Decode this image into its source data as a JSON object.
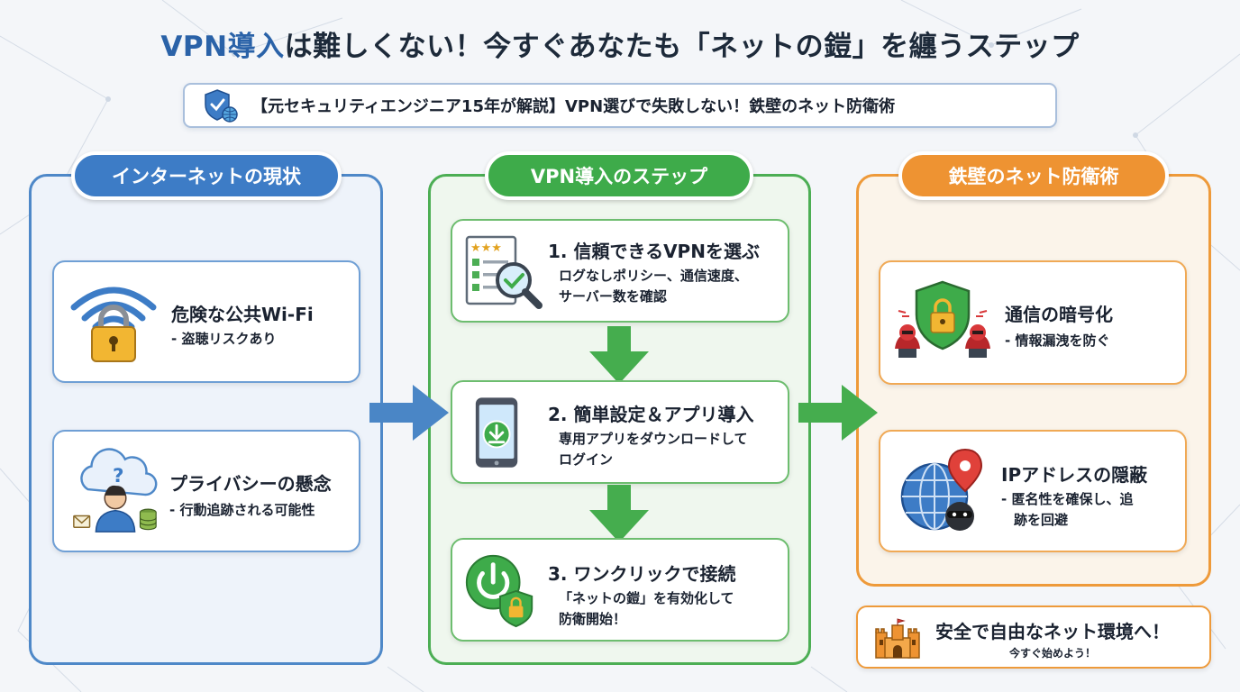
{
  "title": {
    "accent": "VPN導入",
    "rest": "は難しくない！今すぐあなたも「ネットの鎧」を纏うステップ"
  },
  "subtitle": "【元セキュリティエンジニア15年が解説】VPN選びで失敗しない！鉄壁のネット防衛術",
  "colors": {
    "blue": "#3d7cc6",
    "green": "#3eab4a",
    "orange": "#ee9332"
  },
  "columns": {
    "current": {
      "label": "インターネットの現状",
      "cards": [
        {
          "icon": "wifi-lock-icon",
          "heading": "危険な公共Wi-Fi",
          "body": "- 盗聴リスクあり"
        },
        {
          "icon": "cloud-user-icon",
          "heading": "プライバシーの懸念",
          "body": "- 行動追跡される可能性"
        }
      ]
    },
    "steps": {
      "label": "VPN導入のステップ",
      "cards": [
        {
          "icon": "checklist-magnifier-icon",
          "heading": "1. 信頼できるVPNを選ぶ",
          "body1": "ログなしポリシー、通信速度、",
          "body2": "サーバー数を確認"
        },
        {
          "icon": "smartphone-download-icon",
          "heading": "2. 簡単設定＆アプリ導入",
          "body1": "専用アプリをダウンロードして",
          "body2": "ログイン"
        },
        {
          "icon": "power-shield-icon",
          "heading": "3. ワンクリックで接続",
          "body1": "「ネットの鎧」を有効化して",
          "body2": "防衛開始！"
        }
      ]
    },
    "defense": {
      "label": "鉄壁のネット防衛術",
      "cards": [
        {
          "icon": "shield-lock-hackers-icon",
          "heading": "通信の暗号化",
          "body1": "- 情報漏洩を防ぐ"
        },
        {
          "icon": "globe-pin-mask-icon",
          "heading": "IPアドレスの隠蔽",
          "body1": "- 匿名性を確保し、追",
          "body2": "跡を回避"
        }
      ]
    }
  },
  "cta": {
    "icon": "castle-icon",
    "main": "安全で自由なネット環境へ！",
    "sub": "今すぐ始めよう！"
  }
}
